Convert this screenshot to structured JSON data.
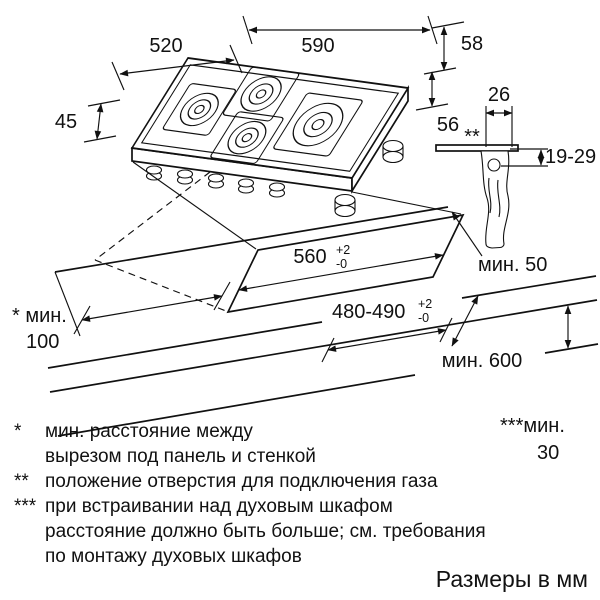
{
  "diagram": {
    "hob": {
      "width_label": "590",
      "depth_label": "520",
      "back_offset_label": "58",
      "height_label": "45",
      "below_counter_label": "56"
    },
    "gas_connection": {
      "marker": "**",
      "offset_label": "26",
      "height_range_label": "19-29"
    },
    "cutout": {
      "width_label": "560",
      "width_tol_plus": "+2",
      "width_tol_minus": "-0",
      "depth_label": "480-490",
      "depth_tol_plus": "+2",
      "depth_tol_minus": "-0",
      "min_back_label": "мин. 50",
      "min_side_label_1": "* мин.",
      "min_side_label_2": "100",
      "min_counter_depth_label": "мин. 600",
      "min_oven_label_1": "***мин.",
      "min_oven_label_2": "30"
    },
    "footnotes": {
      "f1_marker": "*",
      "f1_line1": "мин. расстояние между",
      "f1_line2": "вырезом под панель и стенкой",
      "f2_marker": "**",
      "f2_line1": "положение отверстия для подключения газа",
      "f3_marker": "***",
      "f3_line1": "при встраивании над духовым шкафом",
      "f3_line2": "расстояние должно быть больше; см. требования",
      "f3_line3": "по монтажу духовых шкафов"
    },
    "units_note": "Размеры в мм"
  }
}
